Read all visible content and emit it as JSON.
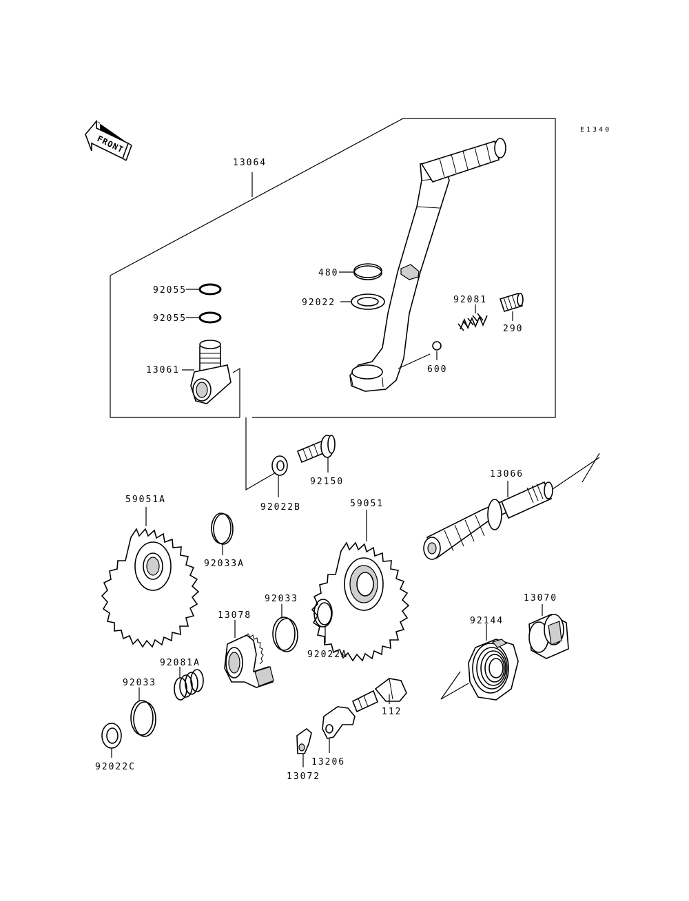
{
  "diagram_code": "E1340",
  "front_label": "FRONT",
  "labels": {
    "p13064": "13064",
    "p480": "480",
    "p92022": "92022",
    "p92055a": "92055",
    "p92055b": "92055",
    "p92081": "92081",
    "p290": "290",
    "p13061": "13061",
    "p600": "600",
    "p92150": "92150",
    "p92022b": "92022B",
    "p13066": "13066",
    "p59051a": "59051A",
    "p92033a": "92033A",
    "p59051": "59051",
    "p92033": "92033",
    "p13078": "13078",
    "p92022a": "92022A",
    "p13070": "13070",
    "p92144": "92144",
    "p92081a": "92081A",
    "p92033b": "92033",
    "p112": "112",
    "p13206": "13206",
    "p92022c": "92022C",
    "p13072": "13072"
  }
}
